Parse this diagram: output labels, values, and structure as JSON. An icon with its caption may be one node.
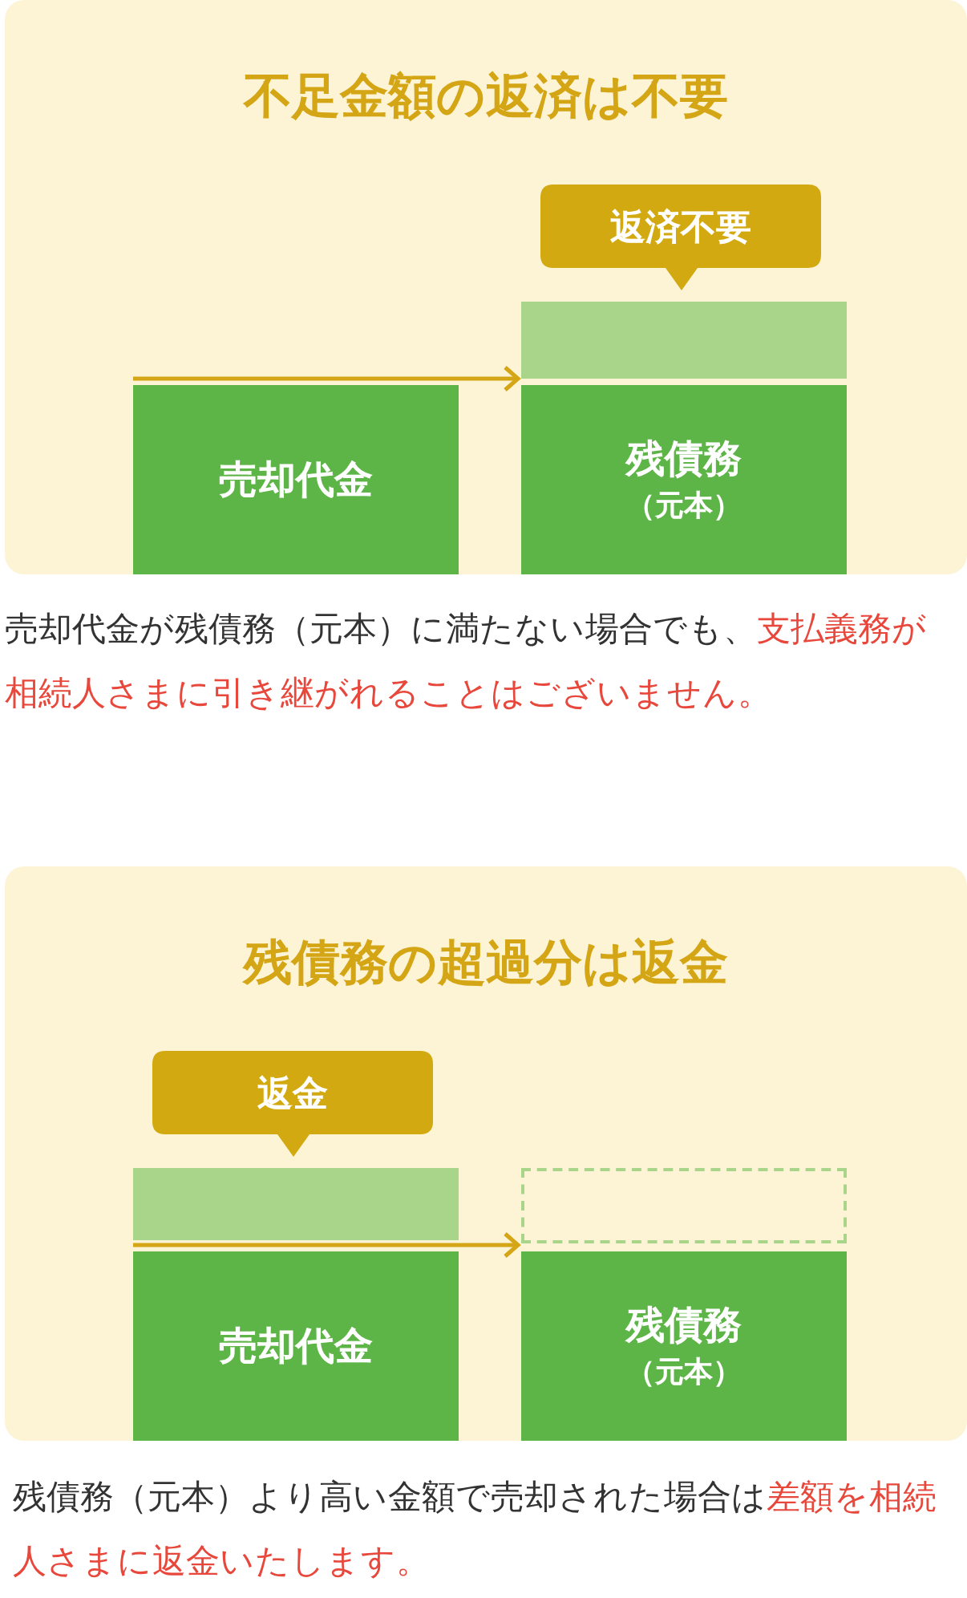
{
  "diagram": {
    "nodes": [
      {
        "text": [
          "不足金額の返済は不要"
        ]
      },
      {
        "text": [
          "返済不要"
        ],
        "in": 0
      },
      {
        "text": [],
        "shape": "bar",
        "in": 0
      },
      {
        "text": [
          "売却代金"
        ],
        "in": 0
      },
      {
        "text": [
          "残債務",
          "（元本）"
        ],
        "in": 0
      },
      {
        "text": [
          "残債務の超過分は返金"
        ]
      },
      {
        "text": [
          "返金"
        ],
        "in": 5
      },
      {
        "text": [],
        "shape": "bar",
        "in": 5
      },
      {
        "text": [],
        "shape": "box",
        "in": 5
      },
      {
        "text": [
          "売却代金"
        ],
        "in": 5
      },
      {
        "text": [
          "残債務",
          "（元本）"
        ],
        "in": 5
      }
    ],
    "edges": [
      {
        "from": 3,
        "to": 4,
        "arrow": "to"
      },
      {
        "from": 9,
        "to": 10,
        "arrow": "to"
      }
    ],
    "labels": [
      "売却代金が残債務（元本）に満たない場合でも、**支払義務が相続人さまに引き継がれることはございません。**",
      "残債務（元本）より高い金額で売却された場合は**差額を相続人さまに返金いたします。**"
    ]
  }
}
